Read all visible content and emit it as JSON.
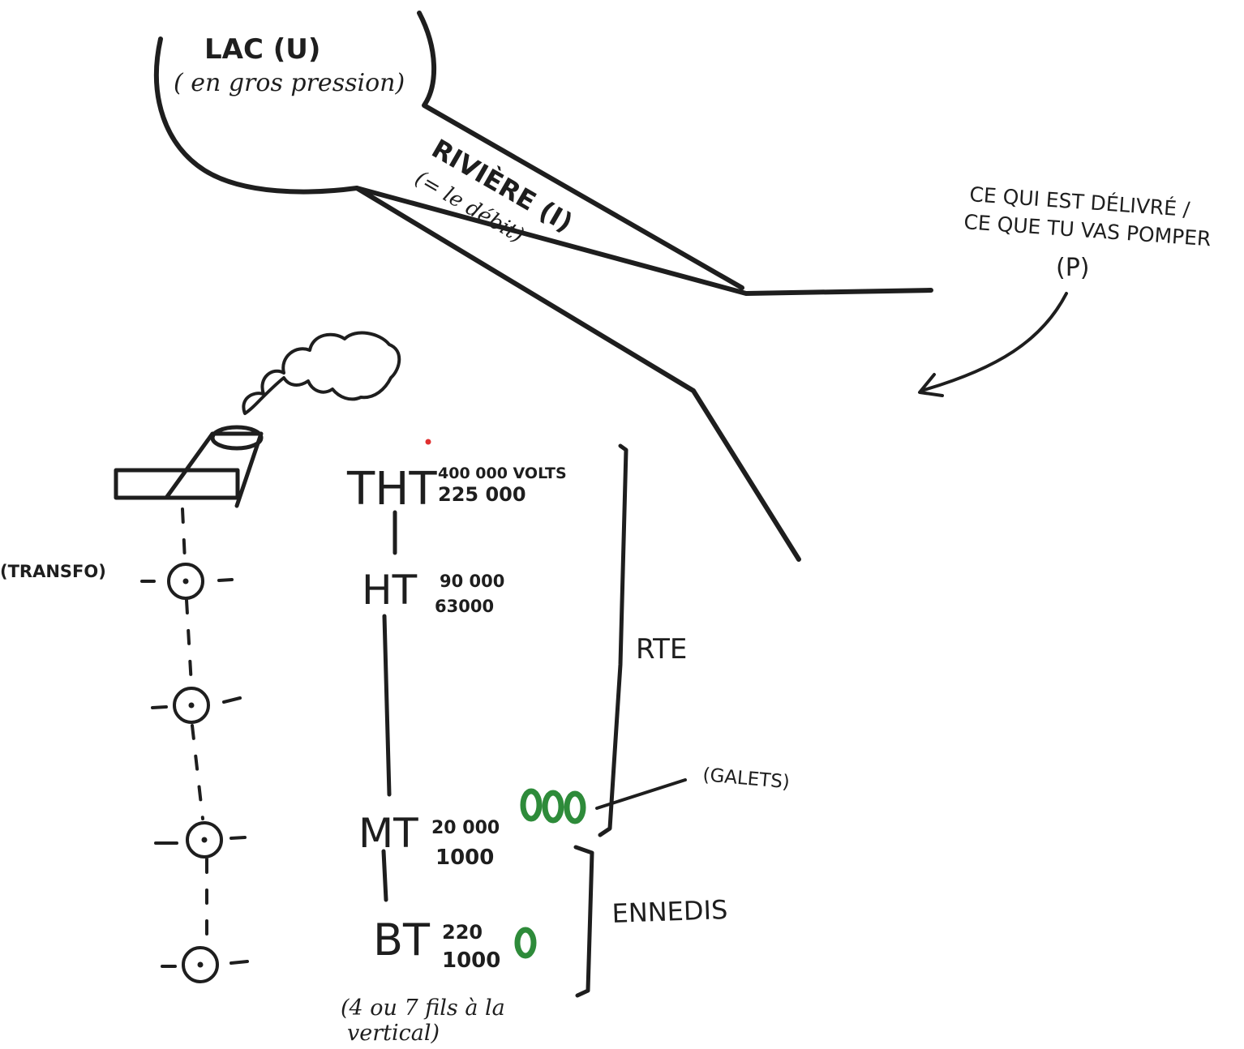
{
  "lake": {
    "label": "LAC (U)",
    "sublabel": "( en gros pression)"
  },
  "river": {
    "label": "RIVIÈRE (I)",
    "sublabel": "(= le débit)"
  },
  "delivered": {
    "line1": "CE QUI EST DÉLIVRÉ /",
    "line2": "CE QUE TU VAS POMPER",
    "line3": "(P)"
  },
  "transfo_label": "(TRANSFO)",
  "levels": [
    {
      "name": "THT",
      "v1": "400 000 VOLTS",
      "v2": "225 000"
    },
    {
      "name": "HT",
      "v1": "90 000",
      "v2": "63000"
    },
    {
      "name": "MT",
      "v1": "20 000",
      "v2": "1000"
    },
    {
      "name": "BT",
      "v1": "220",
      "v2": "1000"
    }
  ],
  "rte_label": "RTE",
  "enedis_label": "ENNEDIS",
  "galets_label": "(GALETS)",
  "bt_note": {
    "line1": "(4 ou 7 fils à la",
    "line2": "vertical)"
  },
  "colors": {
    "ink": "#1e1e1e",
    "galet_green": "#2e8b3a",
    "dot_red": "#e03030"
  }
}
